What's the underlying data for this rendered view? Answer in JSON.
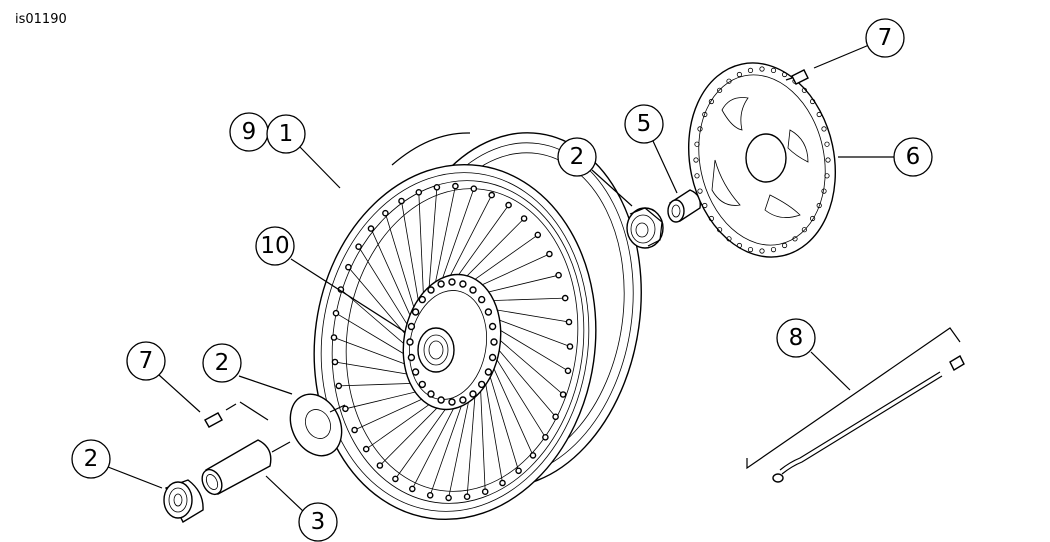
{
  "figure": {
    "reference_id": "is01190"
  },
  "callouts": [
    {
      "id": "c9",
      "label": "9"
    },
    {
      "id": "c1",
      "label": "1"
    },
    {
      "id": "c10",
      "label": "10"
    },
    {
      "id": "c2a",
      "label": "2"
    },
    {
      "id": "c5",
      "label": "5"
    },
    {
      "id": "c7a",
      "label": "7"
    },
    {
      "id": "c6",
      "label": "6"
    },
    {
      "id": "c8",
      "label": "8"
    },
    {
      "id": "c7b",
      "label": "7"
    },
    {
      "id": "c2b",
      "label": "2"
    },
    {
      "id": "c2c",
      "label": "2"
    },
    {
      "id": "c3",
      "label": "3"
    }
  ],
  "parts": [
    {
      "name": "wheel-rim-icon"
    },
    {
      "name": "spokes-icon"
    },
    {
      "name": "hub-icon"
    },
    {
      "name": "bearing-icon"
    },
    {
      "name": "spacer-icon"
    },
    {
      "name": "brake-disc-icon"
    },
    {
      "name": "screw-icon"
    },
    {
      "name": "valve-tool-icon"
    },
    {
      "name": "shim-plate-icon"
    },
    {
      "name": "axle-sleeve-icon"
    }
  ]
}
